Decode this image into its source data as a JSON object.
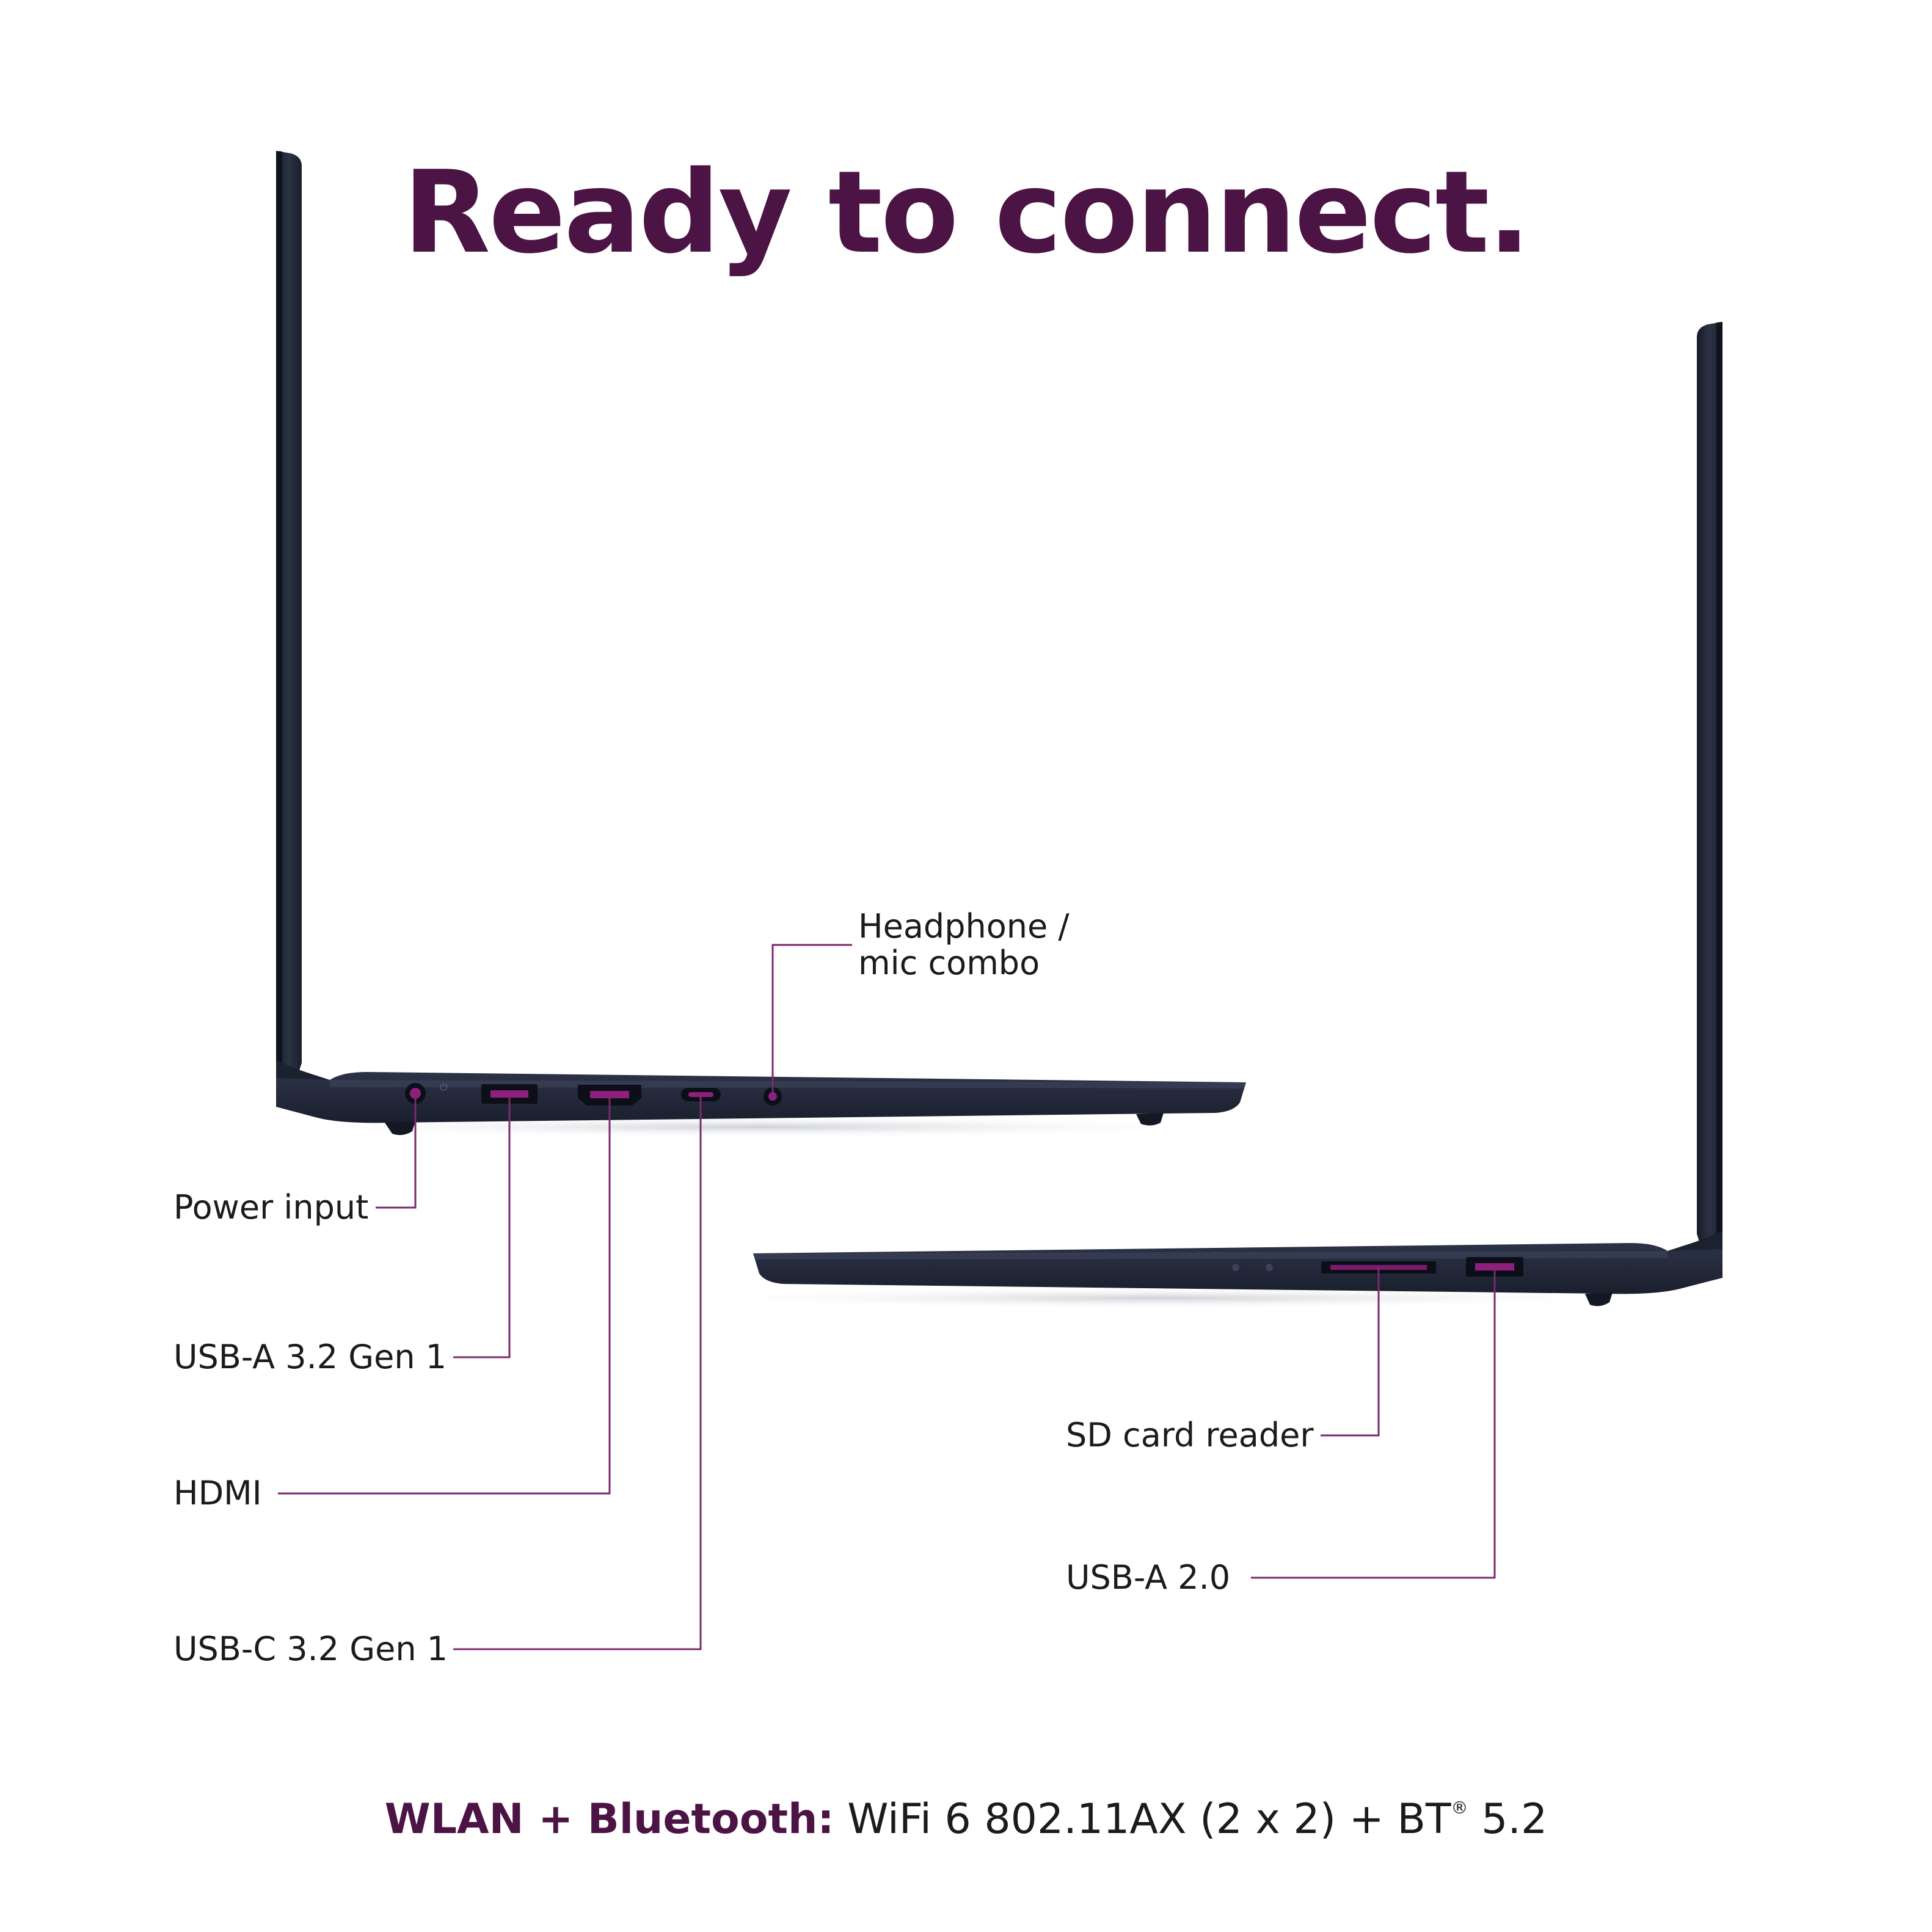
{
  "headline": "Ready to connect.",
  "colors": {
    "accent": "#4c1345",
    "leader_line": "#7a2a6e",
    "laptop_body": "#242a3a",
    "laptop_edge": "#161b28",
    "port_highlight": "#8e1f7e",
    "text": "#1b1b1b"
  },
  "callouts": {
    "headphone_line1": "Headphone /",
    "headphone_line2": "mic combo",
    "power_input": "Power input",
    "usb_a_32": "USB-A 3.2 Gen 1",
    "hdmi": "HDMI",
    "usb_c_32": "USB-C 3.2 Gen 1",
    "sd_card_reader": "SD card reader",
    "usb_a_20": "USB-A 2.0"
  },
  "footer": {
    "label": "WLAN + Bluetooth:",
    "spec_main": "WiFi 6 802.11AX (2 x 2) + BT",
    "registered_mark": "®",
    "spec_version": "5.2"
  }
}
